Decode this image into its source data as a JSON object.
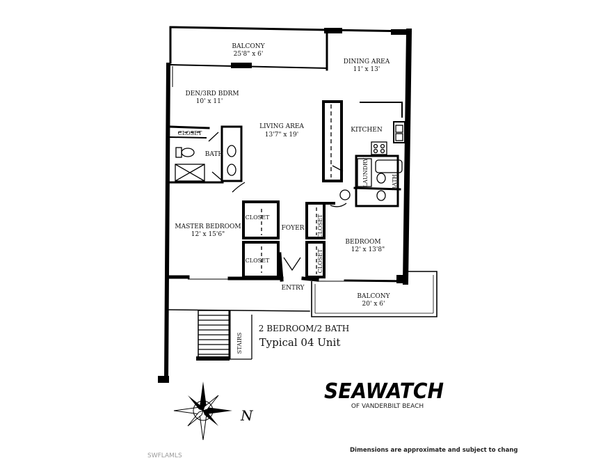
{
  "rooms": {
    "balcony_top": {
      "name": "BALCONY",
      "size": "25'8\" x 6'"
    },
    "dining": {
      "name": "DINING AREA",
      "size": "11' x 13'"
    },
    "den": {
      "name": "DEN/3RD BDRM",
      "size": "10' x 11'"
    },
    "living": {
      "name": "LIVING AREA",
      "size": "13'7\" x 19'"
    },
    "kitchen": {
      "name": "KITCHEN"
    },
    "closet_den": "CLOSET",
    "bath_left": "BATH",
    "laundry": "LAUNDRY",
    "bath_right": "BATH",
    "master": {
      "name": "MASTER BEDROOM",
      "size": "12' x 15'6\""
    },
    "closet_master_1": "CLOSET",
    "closet_master_2": "CLOSET",
    "foyer": "FOYER",
    "closet_bed_1": "CLOSET",
    "closet_bed_2": "CLOSET",
    "bedroom": {
      "name": "BEDROOM",
      "size": "12' x 13'8\""
    },
    "entry": "ENTRY",
    "balcony_bottom": {
      "name": "BALCONY",
      "size": "20' x 6'"
    },
    "stairs": "STAIRS"
  },
  "unit_info": {
    "type": "2 BEDROOM/2 BATH",
    "name": "Typical 04 Unit"
  },
  "logo": {
    "brand": "SEAWATCH",
    "tagline": "OF VANDERBILT BEACH"
  },
  "compass": {
    "label": "N"
  },
  "disclaimer": "Dimensions are approximate and subject to chang",
  "watermark": "SWFLAMLS"
}
